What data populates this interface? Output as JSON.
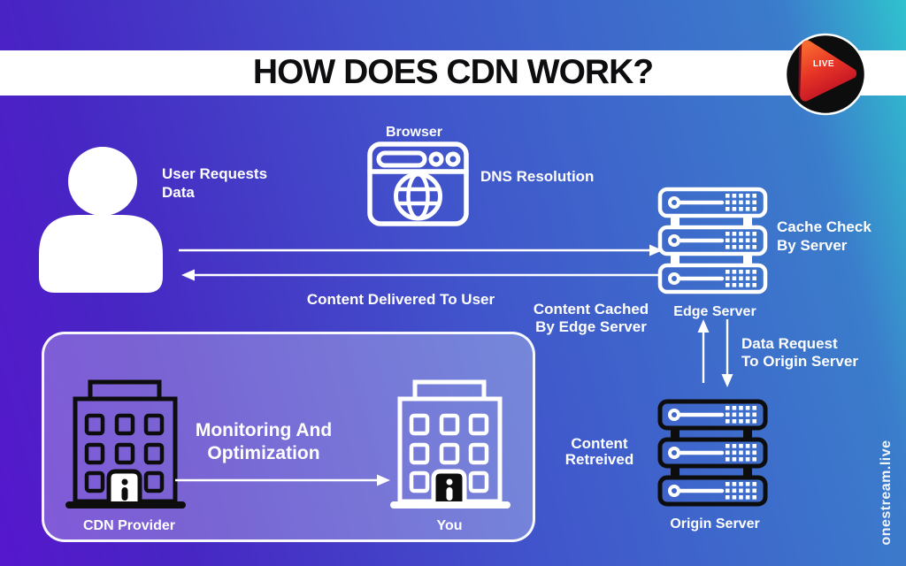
{
  "header": {
    "title": "HOW DOES CDN WORK?"
  },
  "logo": {
    "live_label": "LIVE"
  },
  "watermark": "onestream.live",
  "flow": {
    "user_label": {
      "line1": "User Requests",
      "line2": "Data"
    },
    "browser_label": "Browser",
    "dns_label": "DNS Resolution",
    "cache_check": {
      "line1": "Cache Check",
      "line2": "By Server"
    },
    "edge_server_label": "Edge Server",
    "content_delivered": "Content Delivered To User",
    "content_cached": {
      "line1": "Content Cached",
      "line2": "By Edge Server"
    },
    "data_request": {
      "line1": "Data Request",
      "line2": "To Origin Server"
    },
    "content_retreived": {
      "line1": "Content",
      "line2": "Retreived"
    },
    "origin_server_label": "Origin Server"
  },
  "provider_box": {
    "cdn_provider_label": "CDN Provider",
    "you_label": "You",
    "monitoring": {
      "line1": "Monitoring And",
      "line2": "Optimization"
    }
  },
  "colors": {
    "gradient_purple": "#5617cd",
    "gradient_indigo": "#4726c3",
    "gradient_blue": "#3b7ccb",
    "gradient_teal": "#2fc3ce",
    "band_white": "#ffffff",
    "title_black": "#0d0d10",
    "logo_play_orange": "#f8692f",
    "logo_play_red": "#c01325",
    "icon_white": "#ffffff",
    "icon_black": "#0d0d0d"
  },
  "icons": {
    "user": "user-icon",
    "browser": "browser-globe-icon",
    "edge_server": "server-stack-icon",
    "origin_server": "server-stack-icon",
    "cdn_provider": "building-icon",
    "you": "building-icon",
    "logo": "play-live-logo-icon"
  }
}
